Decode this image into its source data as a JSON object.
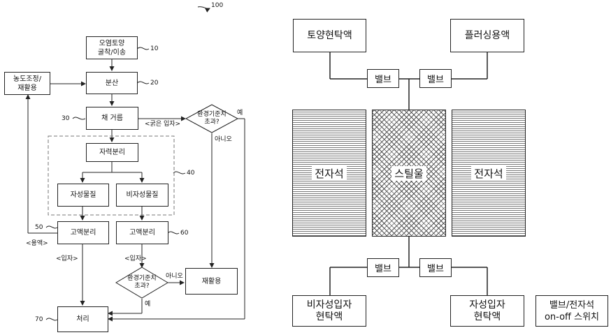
{
  "figure_number": "100",
  "flow": {
    "contaminated_soil": "오염토양\n굴착/이송",
    "dispersion": "분산",
    "sieving": "채 거름",
    "magnetic_separation": "자력분리",
    "magnetic_material": "자성물질",
    "nonmagnetic_material": "비자성물질",
    "solid_liquid_sep_left": "고액분리",
    "solid_liquid_sep_right": "고액분리",
    "concentration_reuse": "농도조정/\n재활용",
    "decision_top": "환경기준치\n초과?",
    "decision_bottom": "환경기준치\n초과?",
    "recycle": "재활용",
    "treatment": "처리",
    "ref_10": "10",
    "ref_20": "20",
    "ref_30": "30",
    "ref_40": "40",
    "ref_50": "50",
    "ref_60": "60",
    "ref_70": "70",
    "coarse_particles": "<굵은 입자>",
    "yes_top": "예",
    "no_top": "아니오",
    "liquid": "<용액>",
    "particles_left": "<입자>",
    "particles_right": "<입자>",
    "no_bottom": "아니오",
    "yes_bottom": "예"
  },
  "apparatus": {
    "soil_suspension": "토양현탁액",
    "flushing_liquid": "플러싱용액",
    "valve_top_left": "밸브",
    "valve_top_right": "밸브",
    "electromagnet_left": "전자석",
    "steel_wool": "스틸울",
    "electromagnet_right": "전자석",
    "valve_bottom_left": "밸브",
    "valve_bottom_right": "밸브",
    "nonmagnetic_suspension": "비자성입자\n현탁액",
    "magnetic_suspension": "자성입자\n현탁액",
    "switch_label": "밸브/전자석\non-off 스위치"
  }
}
